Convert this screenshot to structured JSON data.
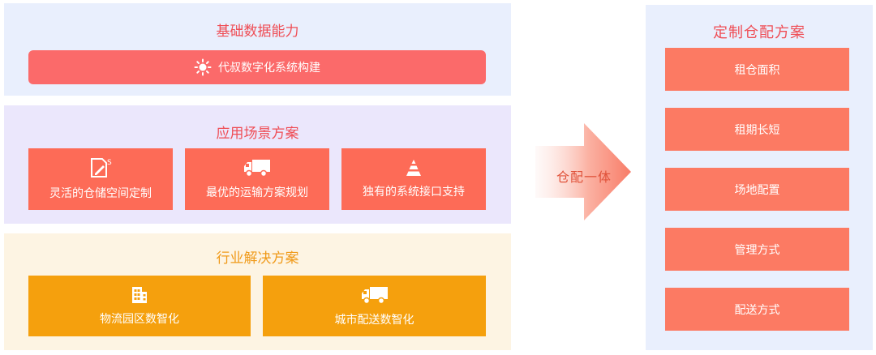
{
  "capability": {
    "title": "基础数据能力",
    "item": "代叔数字化系统构建"
  },
  "scenario": {
    "title": "应用场景方案",
    "items": [
      {
        "label": "灵活的仓储空间定制",
        "icon": "edit-document-icon"
      },
      {
        "label": "最优的运输方案规划",
        "icon": "truck-icon"
      },
      {
        "label": "独有的系统接口支持",
        "icon": "pyramid-icon"
      }
    ]
  },
  "industry": {
    "title": "行业解决方案",
    "items": [
      {
        "label": "物流园区数智化",
        "icon": "building-icon"
      },
      {
        "label": "城市配送数智化",
        "icon": "truck-icon"
      }
    ]
  },
  "arrow": {
    "label": "仓配一体"
  },
  "custom": {
    "title": "定制仓配方案",
    "items": [
      "租仓面积",
      "租期长短",
      "场地配置",
      "管理方式",
      "配送方式"
    ]
  },
  "colors": {
    "red": "#fb6a6a",
    "coral": "#fd6b57",
    "orange": "#f5a00d",
    "title_red": "#ef4d55",
    "title_orange": "#f09a1a"
  }
}
